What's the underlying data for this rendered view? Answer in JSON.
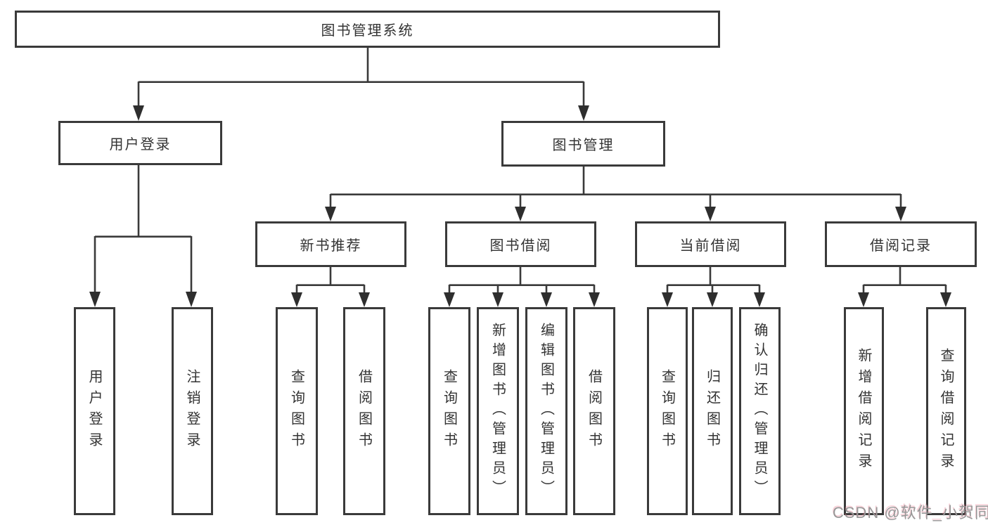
{
  "diagram": {
    "title": "图书管理系统",
    "user": {
      "label": "用户登录",
      "children": [
        "用户登录",
        "注销登录"
      ]
    },
    "mgmt": {
      "label": "图书管理",
      "groups": [
        {
          "label": "新书推荐",
          "children": [
            "查询图书",
            "借阅图书"
          ]
        },
        {
          "label": "图书借阅",
          "children": [
            "查询图书",
            "新增图书（管理员）",
            "编辑图书（管理员）",
            "借阅图书"
          ]
        },
        {
          "label": "当前借阅",
          "children": [
            "查询图书",
            "归还图书",
            "确认归还（管理员）"
          ]
        },
        {
          "label": "借阅记录",
          "children": [
            "新增借阅记录",
            "查询借阅记录"
          ]
        }
      ]
    }
  },
  "watermark": "CSDN @软件_小贺同学",
  "colors": {
    "line": "#3a3a3a",
    "box_border": "#3a3a3a",
    "text": "#333333",
    "background": "#ffffff",
    "watermark_text": "#979797"
  }
}
